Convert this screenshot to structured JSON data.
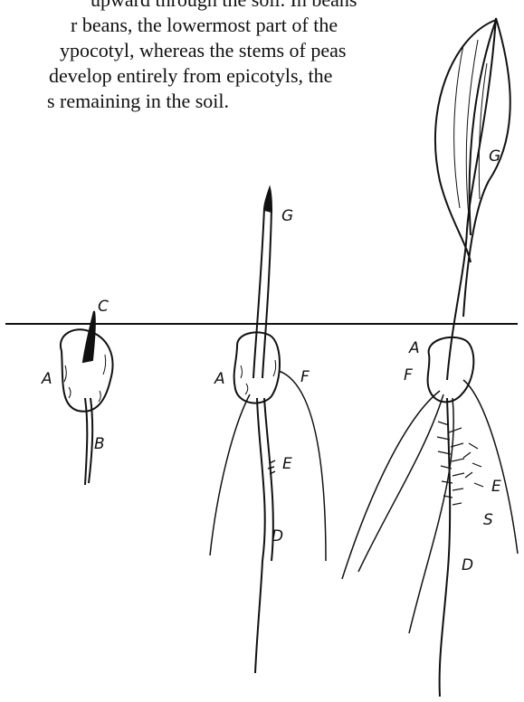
{
  "passage": {
    "lines": [
      "upward through the soil. In beans",
      "r beans, the lowermost part of the",
      "ypocotyl, whereas the stems of peas",
      "develop entirely from epicotyls, the",
      "s remaining in the soil."
    ]
  },
  "figure": {
    "labels": {
      "seed1_c": "C",
      "seed1_a": "A",
      "seed1_b": "B",
      "seed2_g": "G",
      "seed2_a": "A",
      "seed2_f": "F",
      "seed2_e": "E",
      "seed2_d": "D",
      "seed3_g": "G",
      "seed3_a": "A",
      "seed3_f": "F",
      "seed3_e": "E",
      "seed3_s": "S",
      "seed3_d": "D"
    }
  },
  "colors": {
    "ink": "#111111",
    "paper": "#ffffff"
  }
}
